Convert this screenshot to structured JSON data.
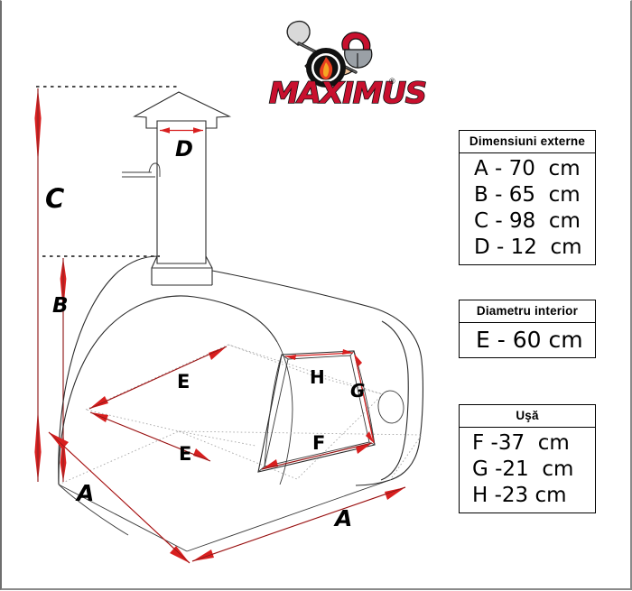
{
  "logo": {
    "brand": "MAXIMUS",
    "registered_mark": "®",
    "icons": [
      "pizza-peel-icon",
      "roman-helmet-icon",
      "flame-roundel-icon"
    ]
  },
  "drawing": {
    "title": "wood-fired-oven-dimension-diagram",
    "labels": [
      {
        "id": "C",
        "text": "C",
        "meaning": "total-height-with-chimney"
      },
      {
        "id": "B",
        "text": "B",
        "meaning": "dome-height"
      },
      {
        "id": "D",
        "text": "D",
        "meaning": "chimney-diameter"
      },
      {
        "id": "A1",
        "text": "A",
        "meaning": "base-depth"
      },
      {
        "id": "A2",
        "text": "A",
        "meaning": "base-width"
      },
      {
        "id": "E1",
        "text": "E",
        "meaning": "interior-diameter-depth"
      },
      {
        "id": "E2",
        "text": "E",
        "meaning": "interior-diameter-width"
      },
      {
        "id": "F",
        "text": "F",
        "meaning": "door-width"
      },
      {
        "id": "G",
        "text": "G",
        "meaning": "door-height"
      },
      {
        "id": "H",
        "text": "H",
        "meaning": "door-top-width"
      }
    ],
    "colors": {
      "dimension_arrow": "#d81f1f",
      "outline": "#2b2b2b",
      "hidden_line": "#9a9a9a",
      "logo_red": "#c8102e"
    },
    "parts": [
      "chimney-cap",
      "chimney-stack",
      "damper-handle",
      "dome",
      "door-opening",
      "thermometer-dial",
      "base-slab"
    ]
  },
  "tables": [
    {
      "id": "dimensiuni-externe",
      "header": "Dimensiuni externe",
      "rows": [
        "A - 70  cm",
        "B - 65  cm",
        "C - 98  cm",
        "D - 12  cm"
      ]
    },
    {
      "id": "diametru-interior",
      "header": "Diametru interior",
      "rows": [
        "E - 60 cm"
      ]
    },
    {
      "id": "usa",
      "header": "Uşă",
      "rows": [
        "F -37  cm",
        "G -21  cm",
        "H -23 cm"
      ]
    }
  ]
}
